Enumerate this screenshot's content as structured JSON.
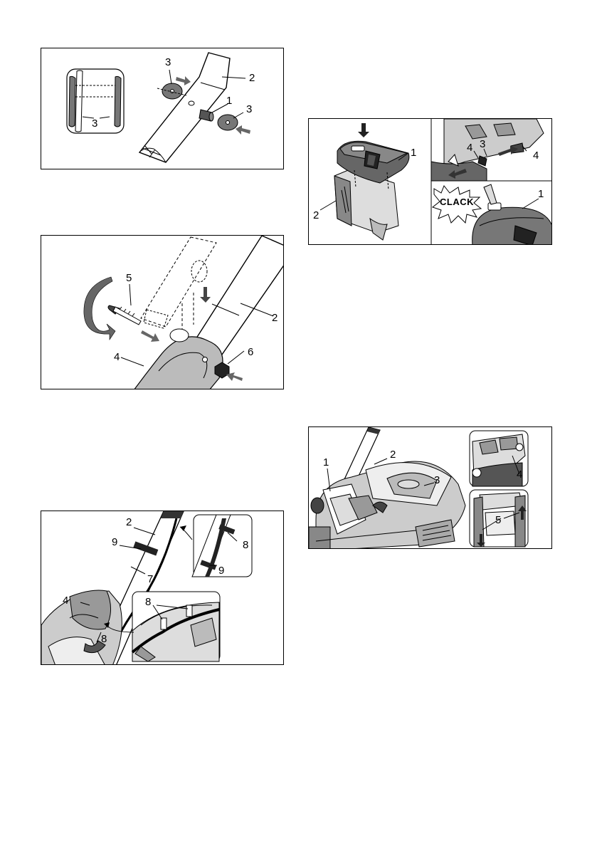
{
  "figures": {
    "fig1": {
      "labels": [
        "3",
        "2",
        "1",
        "3",
        "3"
      ]
    },
    "fig2": {
      "labels": [
        "5",
        "2",
        "6",
        "4"
      ]
    },
    "fig3": {
      "labels": [
        "2",
        "9",
        "8",
        "7",
        "9",
        "4",
        "8",
        "8"
      ]
    },
    "fig4": {
      "labels": [
        "1",
        "2",
        "4",
        "3",
        "4",
        "1"
      ],
      "stamp": "CLACK"
    },
    "fig5": {
      "labels": [
        "1",
        "2",
        "3",
        "4",
        "5"
      ]
    }
  }
}
